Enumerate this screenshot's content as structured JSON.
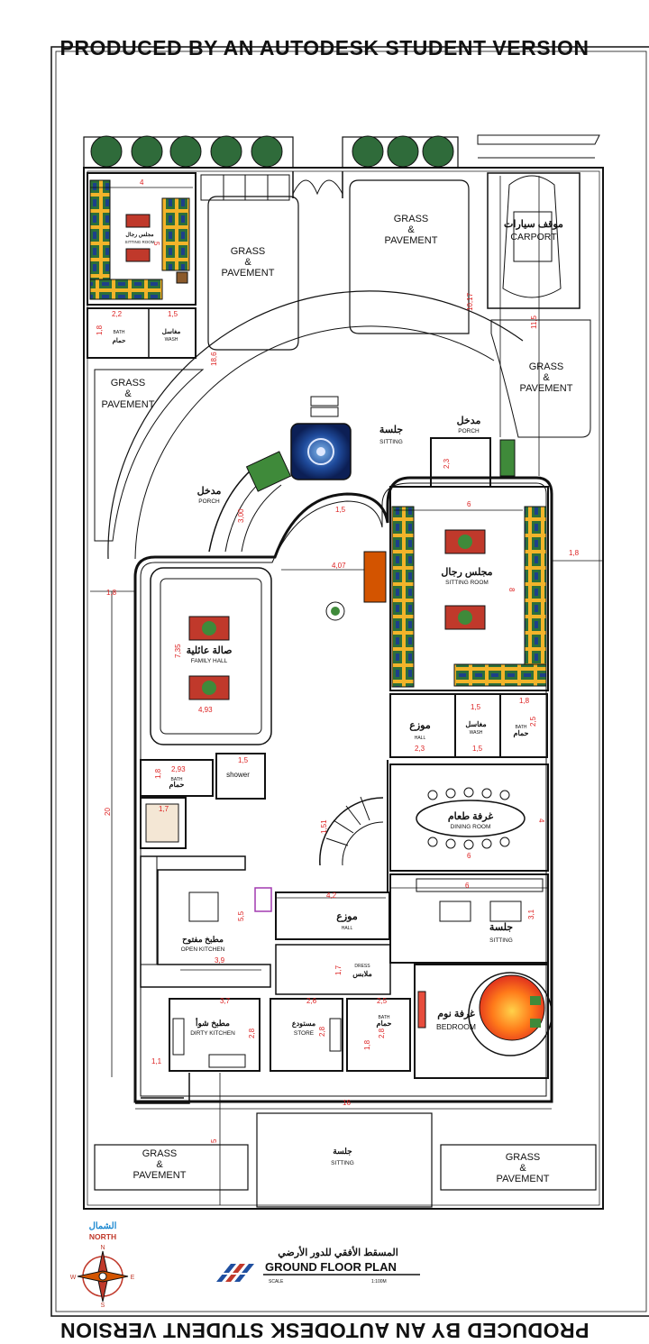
{
  "watermark": "PRODUCED BY AN AUTODESK STUDENT VERSION",
  "title": {
    "arabic": "المسقط الأفقي للدور الأرضي",
    "english": "GROUND FLOOR PLAN",
    "scale_label": "SCALE",
    "scale_value": "1:100M"
  },
  "compass": {
    "arabic": "الشمال",
    "english": "NORTH",
    "n": "N",
    "s": "S",
    "e": "E",
    "w": "W"
  },
  "grass": {
    "g1": [
      "GRASS",
      "&",
      "PAVEMENT"
    ],
    "g2": [
      "GRASS",
      "&",
      "PAVEMENT"
    ],
    "g3": [
      "GRASS",
      "&",
      "PAVEMENT"
    ],
    "g4": [
      "GRASS",
      "&",
      "PAVEMENT"
    ],
    "g5": [
      "GRASS",
      "&",
      "PAVEMENT"
    ],
    "g6": [
      "GRASS",
      "&",
      "PAVEMENT"
    ]
  },
  "rooms": {
    "carport": {
      "ar": "موقف سيارات",
      "en": "CARPORT"
    },
    "sitting_out": {
      "ar": "جلسة",
      "en": "SITTING"
    },
    "porch_top": {
      "ar": "مدخل",
      "en": "PORCH"
    },
    "porch_left": {
      "ar": "مدخل",
      "en": "PORCH"
    },
    "majlis_small": {
      "ar": "مجلس رجال",
      "en": "SITTING ROOM"
    },
    "bath_tl": {
      "ar": "حمام",
      "en": "BATH"
    },
    "wash_tl": {
      "ar": "مغاسل",
      "en": "WASH"
    },
    "majlis": {
      "ar": "مجلس رجال",
      "en": "SITTING ROOM"
    },
    "family_hall": {
      "ar": "صالة عائلية",
      "en": "FAMILY HALL"
    },
    "hall_right": {
      "ar": "موزع",
      "en": "HALL"
    },
    "wash_right": {
      "ar": "مغاسل",
      "en": "WASH"
    },
    "bath_right": {
      "ar": "حمام",
      "en": "BATH"
    },
    "bath_left": {
      "ar": "حمام",
      "en": "BATH"
    },
    "shower": {
      "en": "shower"
    },
    "dining": {
      "ar": "غرفة طعام",
      "en": "DINING ROOM"
    },
    "hall_center": {
      "ar": "موزع",
      "en": "HALL"
    },
    "open_kitchen": {
      "ar": "مطبخ مفتوح",
      "en": "OPEN KITCHEN"
    },
    "sitting_in": {
      "ar": "جلسة",
      "en": "SITTING"
    },
    "dress": {
      "ar": "ملابس",
      "en": "DRESS"
    },
    "dirty_kitchen": {
      "ar": "مطبخ شوأ",
      "en": "DIRTY KITCHEN"
    },
    "store": {
      "ar": "مستودع",
      "en": "STORE"
    },
    "bath_bottom": {
      "ar": "حمام",
      "en": "BATH"
    },
    "bedroom": {
      "ar": "غرفة نوم",
      "en": "BEDROOM"
    },
    "sitting_bottom": {
      "ar": "جلسة",
      "en": "SITTING"
    }
  },
  "dims": {
    "d4": "4",
    "d5": "5",
    "d22": "2,2",
    "d15a": "1,5",
    "d18a": "1,8",
    "d1017": "10,17",
    "d115": "11,5",
    "d186": "18,6",
    "d23b": "2,3",
    "d407": "4,07",
    "d6": "6",
    "d8": "8",
    "d18b": "1,8",
    "d18c": "1,8",
    "d735": "7,35",
    "d493": "4,93",
    "d15b": "1,5",
    "d18d": "1,8",
    "d25": "2,5",
    "d23": "2,3",
    "d15c": "1,5",
    "d293": "2,93",
    "d15d": "1,5",
    "d18e": "1,8",
    "d20": "20",
    "d17": "1,7",
    "d151": "1,51",
    "d4b": "4",
    "d6b": "6",
    "d42": "4,2",
    "d55": "5,5",
    "d39": "3,9",
    "d6c": "6",
    "d31": "3,1",
    "d17b": "1,7",
    "d37": "3,7",
    "d26": "2,6",
    "d25b": "2,5",
    "d28a": "2,8",
    "d28b": "2,8",
    "d28c": "2,8",
    "d11": "1,1",
    "d16": "16",
    "d5b": "5",
    "d15e": "1,5",
    "d300": "3,00",
    "d18f": "1,8"
  }
}
